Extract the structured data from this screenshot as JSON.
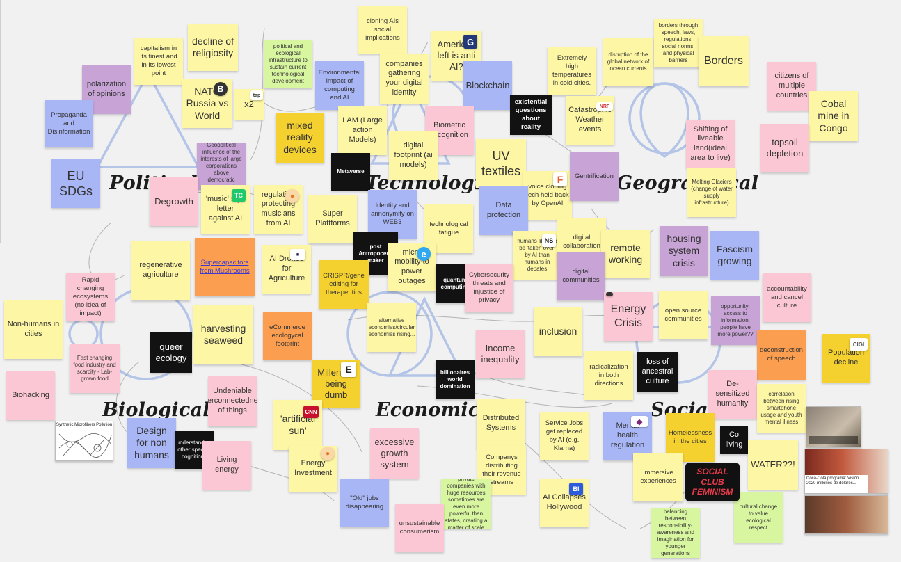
{
  "colors": {
    "yellow": "#fdf6a4",
    "pink": "#fbc7d4",
    "purple": "#c7a3d6",
    "blue": "#a9b6f5",
    "orange": "#fc9e4f",
    "gold": "#f5d12f",
    "green": "#d8f5a0",
    "black": "#121212",
    "background": "#f1f1f1",
    "shape_stroke": "#aabde6"
  },
  "categories": {
    "political": "Political",
    "technological": "Technological",
    "geographical": "Geographical",
    "biological": "Biological",
    "economic": "Economic",
    "social": "Social"
  },
  "notes": [
    {
      "text": "capitalism in its finest and in its lowest point",
      "color": "yellow"
    },
    {
      "text": "decline of religiosity",
      "color": "yellow"
    },
    {
      "text": "polarization of opinions",
      "color": "purple"
    },
    {
      "text": "Propaganda and Disinformation",
      "color": "blue"
    },
    {
      "text": "NATO Russia vs World",
      "color": "yellow"
    },
    {
      "text": "x2",
      "color": "yellow"
    },
    {
      "text": "political and ecological infrastructure to sustain current technological development",
      "color": "green"
    },
    {
      "text": "cloning AIs social implications",
      "color": "yellow"
    },
    {
      "text": "Environmental impact of computing and AI",
      "color": "blue"
    },
    {
      "text": "companies gathering your digital identity",
      "color": "yellow"
    },
    {
      "text": "American left is anti AI?",
      "color": "yellow"
    },
    {
      "text": "Blockchain",
      "color": "blue"
    },
    {
      "text": "Extremely high temperatures in cold cities.",
      "color": "yellow"
    },
    {
      "text": "disruption of the global network of ocean currents",
      "color": "yellow"
    },
    {
      "text": "borders through speech, laws, regulations, social norms, and physical barriers",
      "color": "yellow"
    },
    {
      "text": "Borders",
      "color": "yellow"
    },
    {
      "text": "citizens of multiple countries",
      "color": "pink"
    },
    {
      "text": "Cobal mine in Congo",
      "color": "yellow"
    },
    {
      "text": "EU SDGs",
      "color": "blue"
    },
    {
      "text": "Geopolitical influence of the interests of large corporations above democratic governments",
      "color": "purple"
    },
    {
      "text": "mixed reality devices",
      "color": "gold"
    },
    {
      "text": "LAM (Large action Models)",
      "color": "yellow"
    },
    {
      "text": "Biometric recognition",
      "color": "pink"
    },
    {
      "text": "existential questions about reality",
      "color": "black"
    },
    {
      "text": "Catastrophic Weather events",
      "color": "yellow"
    },
    {
      "text": "Shifting of liveable land(ideal area to live)",
      "color": "pink"
    },
    {
      "text": "topsoil depletion",
      "color": "pink"
    },
    {
      "text": "digital footprint (ai models)",
      "color": "yellow"
    },
    {
      "text": "Metaverse",
      "color": "black"
    },
    {
      "text": "UV textiles",
      "color": "yellow"
    },
    {
      "text": "voice cloning tech held back by OpenAI",
      "color": "yellow"
    },
    {
      "text": "Gentrification",
      "color": "purple"
    },
    {
      "text": "Melting Glaciers (change of water supply infrastructure)",
      "color": "yellow"
    },
    {
      "text": "Degrowth",
      "color": "pink"
    },
    {
      "text": "'music' sign letter against AI",
      "color": "yellow"
    },
    {
      "text": "regulation protecting musicians from AI",
      "color": "yellow"
    },
    {
      "text": "Super Plattforms",
      "color": "yellow"
    },
    {
      "text": "Identity and annonymity on WEB3",
      "color": "blue"
    },
    {
      "text": "Data protection",
      "color": "blue"
    },
    {
      "text": "technological fatigue",
      "color": "yellow"
    },
    {
      "text": "regenerative agriculture",
      "color": "yellow"
    },
    {
      "text": "Supercapacitors from Mushrooms",
      "color": "orange"
    },
    {
      "text": "AI Drones for Agriculture",
      "color": "yellow"
    },
    {
      "text": "post Antropocene maker",
      "color": "black"
    },
    {
      "text": "micro mobility to power outages",
      "color": "yellow"
    },
    {
      "text": "humans likely to be 'taken over' by AI than humans in debates",
      "color": "yellow"
    },
    {
      "text": "digital collaboration",
      "color": "yellow"
    },
    {
      "text": "remote working",
      "color": "yellow"
    },
    {
      "text": "housing system crisis",
      "color": "purple"
    },
    {
      "text": "Fascism growing",
      "color": "blue"
    },
    {
      "text": "Rapid changing ecosystems (no idea of impact)",
      "color": "pink"
    },
    {
      "text": "CRISPR/gene editing for therapeutics",
      "color": "gold"
    },
    {
      "text": "quantum computing",
      "color": "black"
    },
    {
      "text": "Cybersecurity threats and injustice of privacy",
      "color": "pink"
    },
    {
      "text": "digital communities",
      "color": "purple"
    },
    {
      "text": "Energy Crisis",
      "color": "pink"
    },
    {
      "text": "accountability and cancel culture",
      "color": "pink"
    },
    {
      "text": "Non-humans in cities",
      "color": "yellow"
    },
    {
      "text": "harvesting seaweed",
      "color": "yellow"
    },
    {
      "text": "eCommerce ecologycal footprint",
      "color": "orange"
    },
    {
      "text": "alternative economies/circular economies rising...",
      "color": "yellow"
    },
    {
      "text": "inclusion",
      "color": "yellow"
    },
    {
      "text": "open source communities",
      "color": "yellow"
    },
    {
      "text": "opportunity: access to information, people have more power??",
      "color": "purple"
    },
    {
      "text": "Fast changing food industry and scarcity - Lab-grown food",
      "color": "pink"
    },
    {
      "text": "queer ecology",
      "color": "black"
    },
    {
      "text": "Income inequality",
      "color": "pink"
    },
    {
      "text": "deconstruction of speech",
      "color": "orange"
    },
    {
      "text": "Population decline",
      "color": "gold"
    },
    {
      "text": "Millenials being dumb",
      "color": "gold"
    },
    {
      "text": "billionaires world domination",
      "color": "black"
    },
    {
      "text": "radicalization in both directions",
      "color": "yellow"
    },
    {
      "text": "loss of ancestral culture",
      "color": "black"
    },
    {
      "text": "De-sensitized humanity",
      "color": "pink"
    },
    {
      "text": "Biohacking",
      "color": "pink"
    },
    {
      "text": "Undeniable interconnectedness of things",
      "color": "pink"
    },
    {
      "text": "correlation between rising smartphone usage and youth mental illness",
      "color": "yellow"
    },
    {
      "text": "Design for non humans",
      "color": "blue"
    },
    {
      "text": "understanding other species cognitions",
      "color": "black"
    },
    {
      "text": "'artificial sun'",
      "color": "yellow"
    },
    {
      "text": "Distributed Systems",
      "color": "yellow"
    },
    {
      "text": "Service Jobs get replaced by AI (e.g. Klarna)",
      "color": "yellow"
    },
    {
      "text": "Mental health regulation",
      "color": "blue"
    },
    {
      "text": "Homelessness in the cities",
      "color": "gold"
    },
    {
      "text": "Co living",
      "color": "black"
    },
    {
      "text": "Living energy",
      "color": "pink"
    },
    {
      "text": "excessive growth system",
      "color": "pink"
    },
    {
      "text": "Energy Investment",
      "color": "yellow"
    },
    {
      "text": "Companys distributing their revenue streams",
      "color": "yellow"
    },
    {
      "text": "WATER??!",
      "color": "yellow"
    },
    {
      "text": "immersive experiences",
      "color": "yellow"
    },
    {
      "text": "\"Old\" jobs disappearing",
      "color": "blue"
    },
    {
      "text": "private companies with huge resources sometimes are even more powerful than states, creating a matter of scale",
      "color": "green"
    },
    {
      "text": "AI Collapses Hollywood",
      "color": "yellow"
    },
    {
      "text": "unsustainable consumerism",
      "color": "pink"
    },
    {
      "text": "balancing between responsibility-awareness and imagination for younger generations",
      "color": "green"
    },
    {
      "text": "cultural change to value ecological respect",
      "color": "green"
    }
  ],
  "stickers": {
    "social_club": "SOCIAL CLUB FEMINISM",
    "microfibers": "Synthetic Microfibers Pollution",
    "news_headline": "Coca-Cola programa: Visión 2020 millones de dólares..."
  },
  "badges": [
    "G",
    "B",
    "tap",
    "NRF",
    "TC",
    "F",
    "NS",
    "e",
    "E",
    "CNN",
    "BI",
    "CIGI"
  ]
}
